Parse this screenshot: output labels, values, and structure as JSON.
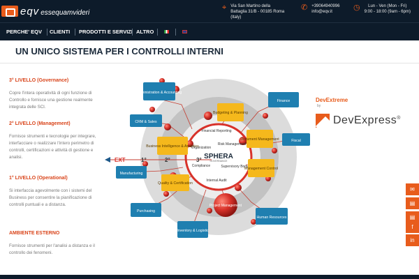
{
  "header": {
    "logo_text": "eqv",
    "logo_tagline": "essequamvideri",
    "address_line1": "Via San Martino della",
    "address_line2": "Battaglia 31/B - 00185 Roma",
    "address_line3": "(Italy)",
    "phone": "+39064940996",
    "email": "info@eqv.it",
    "hours_days": "Lun - Ven (Mon - Fri)",
    "hours_time": "9:00 - 18:00 (9am - 6pm)"
  },
  "nav": {
    "items": [
      "PERCHE' EQV",
      "CLIENTI",
      "PRODOTTI E SERVIZI",
      "ALTRO"
    ]
  },
  "page": {
    "title": "UN UNICO SISTEMA PER I CONTROLLI INTERNI"
  },
  "sections": [
    {
      "heading": "3° LIVELLO (Governance)",
      "text": "Copre l'intera operatività di ogni funzione di Controllo e fornisce una gestione realmente integrata delle SCI."
    },
    {
      "heading": "2° LIVELLO (Management)",
      "text": "Fornisce strumenti e tecnologie per integrare, interfacciare o realizzare l'intero perimetro di controlli, certificazioni e attività di gestione e analisi."
    },
    {
      "heading": "1° LIVELLO (Operational)",
      "text": "Si interfaccia agevolmente con i sistemi del Business per consentire la pianificazione di controlli puntuali e a distanza."
    },
    {
      "heading": "AMBIENTE ESTERNO",
      "text": "Fornisce strumenti per l'analisi a distanza e il controllo dei fenomeni."
    }
  ],
  "diagram": {
    "center_title": "SPHERA",
    "center_subtitle": "GOVERNANCE",
    "inner_labels": [
      "Financial Reporting",
      "Organization",
      "Risk Management",
      "Compliance",
      "Supervisory Body",
      "Internal Audit"
    ],
    "level_markers": [
      "EXT",
      "1°",
      "2°",
      "3°"
    ],
    "blue_boxes": [
      "Administration & Accounting",
      "CRM & Sales",
      "Manufacturing",
      "Purchasing",
      "Inventory & Logistic",
      "Human Resources",
      "Fiscal",
      "Finance"
    ],
    "yellow_boxes": [
      "Budgeting & Planning",
      "Business Intelligence & Analytics",
      "Document Management",
      "Management Control",
      "Quality & Certification"
    ],
    "red_box": "Project Management"
  },
  "partner": {
    "product": "DevExtreme",
    "by": "by",
    "brand": "DevExpress",
    "registered": "®"
  },
  "social_icons": [
    "mail-icon",
    "pdf-icon",
    "pdf-icon",
    "facebook-icon",
    "linkedin-icon"
  ],
  "colors": {
    "header_bg": "#0d1b2a",
    "accent": "#e85c1c",
    "heading_red": "#d9441a",
    "box_blue": "#1f7fb0",
    "box_yellow": "#f5b81c",
    "box_red": "#d8322a"
  }
}
